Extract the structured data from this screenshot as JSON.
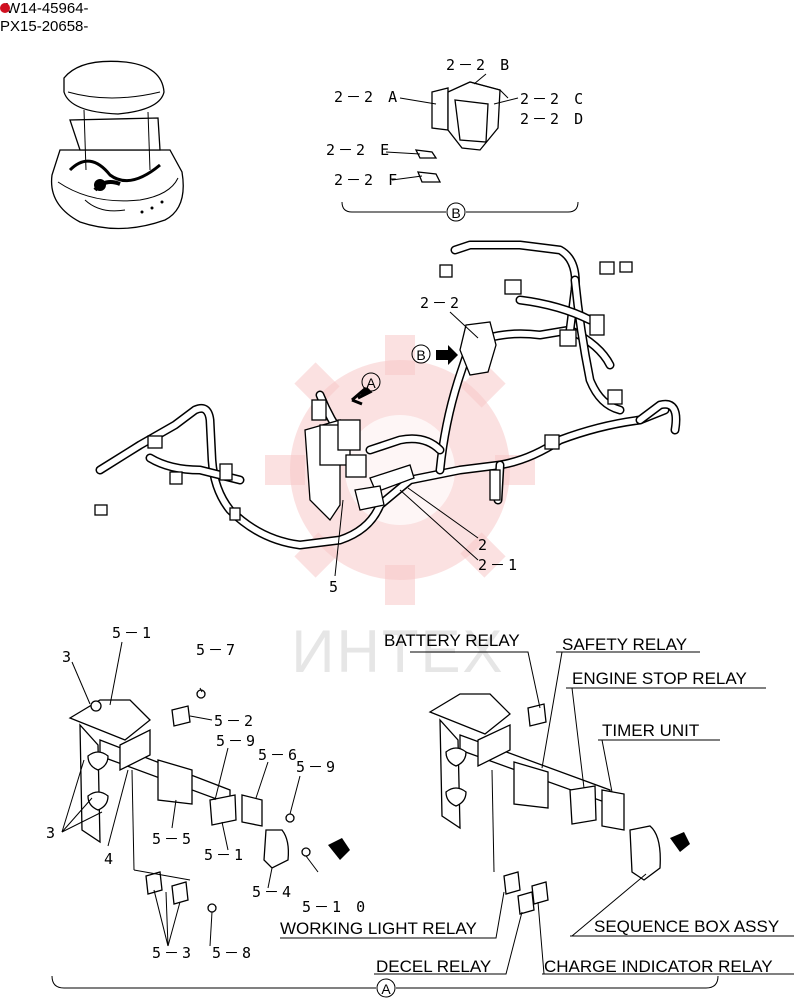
{
  "serials": [
    "W14-45964-",
    "PX15-20658-"
  ],
  "watermark": "ИНТЕХ",
  "views": {
    "a": "A",
    "b": "B"
  },
  "callouts": {
    "p22": "2－2",
    "p2": "2",
    "p21": "2－1",
    "p5": "5",
    "p22A": "2－2 A",
    "p22B": "2－2 B",
    "p22C": "2－2 C",
    "p22D": "2－2 D",
    "p22E": "2－2 E",
    "p22F": "2－2 F",
    "p51": "5－1",
    "p51b": "5－1",
    "p57": "5－7",
    "p52": "5－2",
    "p59a": "5－9",
    "p59b": "5－9",
    "p56": "5－6",
    "p55": "5－5",
    "p54": "5－4",
    "p510": "5－1 0",
    "p53": "5－3",
    "p58": "5－8",
    "p3a": "3",
    "p3b": "3",
    "p4": "4"
  },
  "relays": {
    "battery": "BATTERY RELAY",
    "safety": "SAFETY RELAY",
    "engine_stop": "ENGINE STOP RELAY",
    "timer": "TIMER UNIT",
    "working_light": "WORKING LIGHT RELAY",
    "sequence": "SEQUENCE BOX ASSY",
    "decel": "DECEL RELAY",
    "charge": "CHARGE INDICATOR RELAY"
  }
}
